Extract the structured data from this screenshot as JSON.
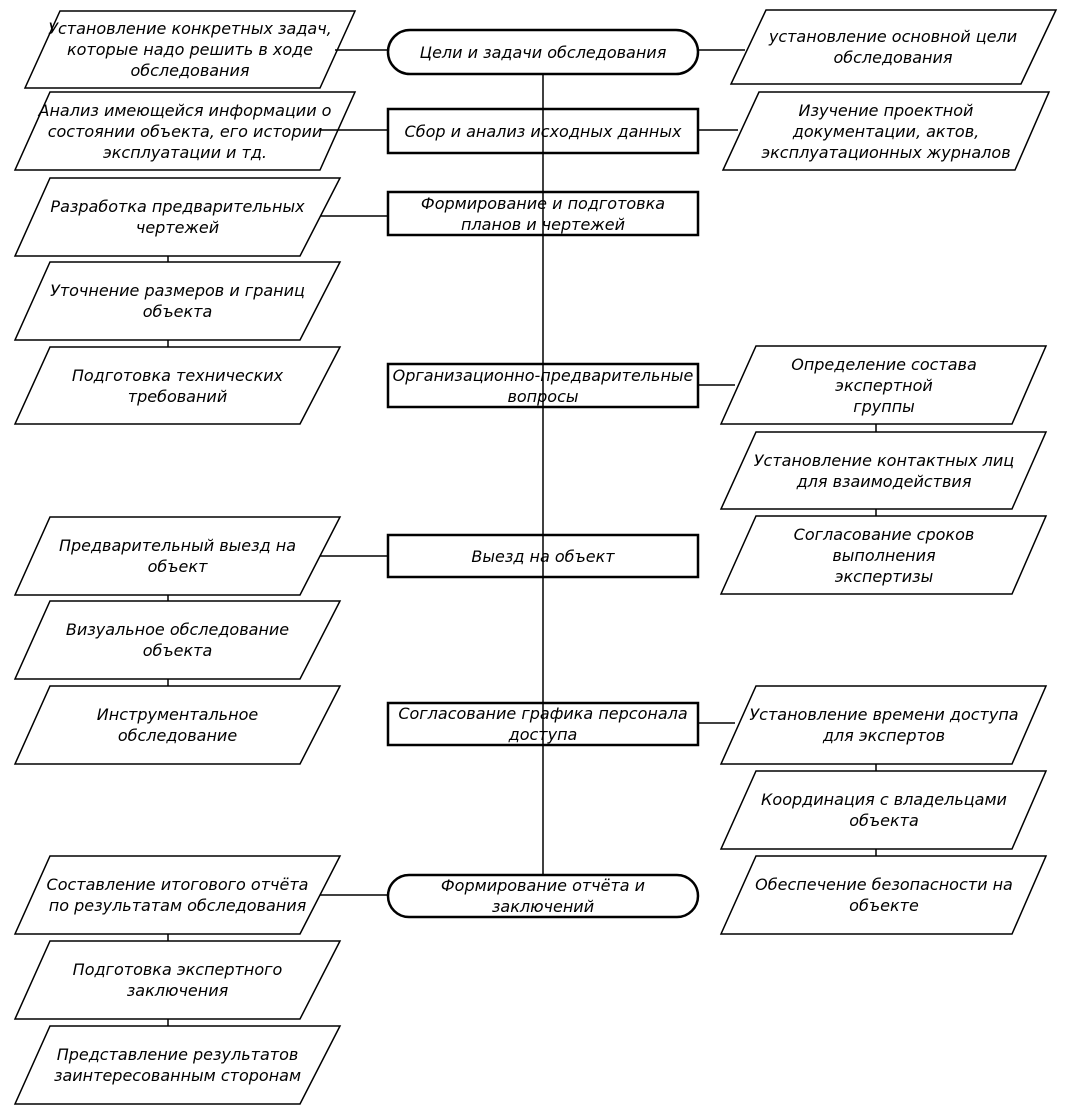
{
  "process": {
    "p1": "Цели и задачи обследования",
    "p2": "Сбор и анализ исходных данных",
    "p3": "Формирование и подготовка\nпланов и чертежей",
    "p4": "Организационно-предварительные\nвопросы",
    "p5": "Выезд на объект",
    "p6": "Согласование графика персонала\nдоступа",
    "p7": "Формирование отчёта и\nзаключений"
  },
  "left": {
    "l1": "Установление конкретных задач,\nкоторые надо решить в ходе\nобследования",
    "l2": "Анализ имеющейся информации о\nсостоянии объекта, его истории\nэксплуатации и тд.",
    "l3": "Разработка предварительных\nчертежей",
    "l4": "Уточнение размеров и границ\nобъекта",
    "l5": "Подготовка технических\nтребований",
    "l6": "Предварительный выезд на\nобъект",
    "l7": "Визуальное обследование\nобъекта",
    "l8": "Инструментальное обследование",
    "l9": "Составление итогового отчёта\nпо результатам обследования",
    "l10": "Подготовка экспертного\nзаключения",
    "l11": "Представление результатов\nзаинтересованным сторонам"
  },
  "right": {
    "r1": "установление основной цели\nобследования",
    "r2": "Изучение проектной\nдокументации, актов,\nэксплуатационных журналов",
    "r3": "Определение состава экспертной\nгруппы",
    "r4": "Установление контактных лиц\nдля взаимодействия",
    "r5": "Согласование сроков выполнения\nэкспертизы",
    "r6": "Установление времени доступа\nдля экспертов",
    "r7": "Координация с владельцами\nобъекта",
    "r8": "Обеспечение безопасности на\nобъекте"
  }
}
